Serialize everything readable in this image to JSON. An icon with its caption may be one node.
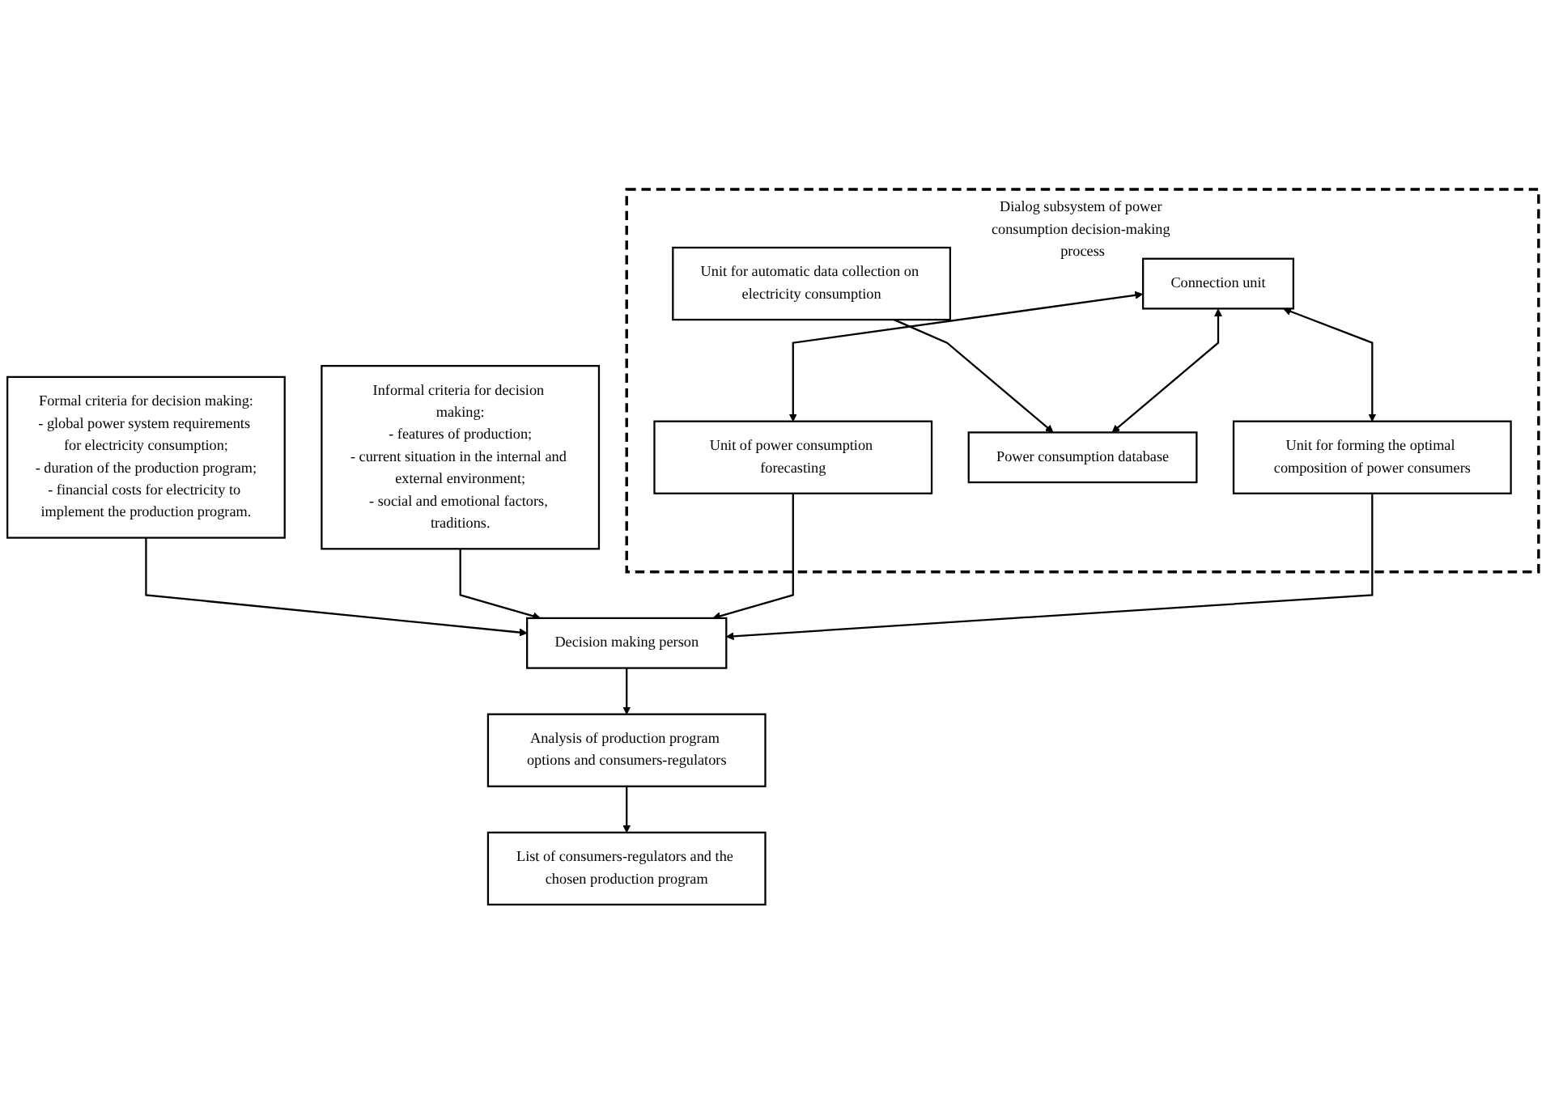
{
  "diagram": {
    "nodes": [
      {
        "text": [
          "Dialog subsystem of power consumption decision-making process"
        ]
      },
      {
        "text": [
          "Formal criteria for decision making:",
          "- global power system requirements for electricity consumption;",
          "- duration of the production program;",
          "- financial costs for electricity to implement the production program."
        ]
      },
      {
        "text": [
          "Unit for automatic data collection on electricity consumption"
        ],
        "in": 0
      },
      {
        "text": [
          "Connection unit"
        ],
        "in": 0
      },
      {
        "text": [
          "Unit of power consumption forecasting"
        ],
        "in": 0
      },
      {
        "text": [
          "Decision making person"
        ]
      },
      {
        "text": [
          "Power consumption database"
        ],
        "in": 0
      },
      {
        "text": [
          "Unit for forming the optimal composition of power consumers"
        ],
        "in": 0
      },
      {
        "text": [
          "Informal criteria for decision making:",
          "- features of production;",
          "- current situation in the internal and external environment;",
          "- social and emotional factors, traditions."
        ]
      },
      {
        "text": [
          "List of consumers-regulators and the chosen production program"
        ]
      },
      {
        "text": [
          "Analysis of production program options and consumers-regulators"
        ]
      }
    ],
    "edges": [
      {
        "from": 1,
        "to": 5,
        "arrow": "to"
      },
      {
        "from": 8,
        "to": 5,
        "arrow": "to"
      },
      {
        "from": 2,
        "to": 6,
        "arrow": "to"
      },
      {
        "from": 3,
        "to": 4,
        "arrow": "both"
      },
      {
        "from": 3,
        "to": 6,
        "arrow": "both"
      },
      {
        "from": 3,
        "to": 7,
        "arrow": "both"
      },
      {
        "from": 4,
        "to": 5,
        "arrow": "to"
      },
      {
        "from": 7,
        "to": 5,
        "arrow": "to"
      },
      {
        "from": 5,
        "to": 10,
        "arrow": "to"
      },
      {
        "from": 10,
        "to": 9,
        "arrow": "to"
      }
    ]
  }
}
